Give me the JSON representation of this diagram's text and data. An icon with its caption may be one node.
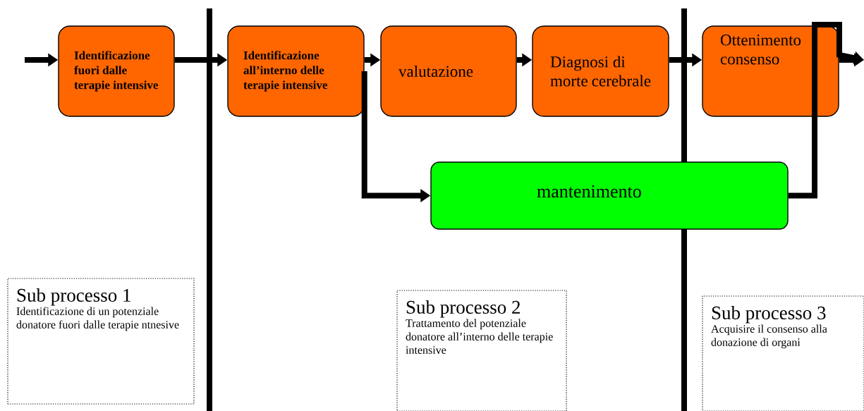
{
  "diagram": {
    "nodes": [
      {
        "text": [
          "Identificazione fuori dalle terapie intensive"
        ]
      },
      {
        "text": [
          "Identificazione all’interno delle terapie intensive"
        ]
      },
      {
        "text": [
          "valutazione"
        ]
      },
      {
        "text": [
          "Diagnosi di morte cerebrale"
        ]
      },
      {
        "text": [
          "Ottenimento consenso"
        ]
      },
      {
        "text": [
          "mantenimento"
        ]
      },
      {
        "text": [
          "Sub processo 1",
          "Identificazione di un potenziale donatore fuori dalle terapie ntnesive"
        ]
      },
      {
        "text": [
          "Sub processo 2",
          "Trattamento del potenziale donatore all’interno delle terapie intensive"
        ]
      },
      {
        "text": [
          "Sub processo 3",
          "Acquisire il consenso alla  donazione di organi"
        ]
      }
    ],
    "edges": [
      {
        "from": null,
        "to": 0,
        "arrow": "to"
      },
      {
        "from": 0,
        "to": 1,
        "arrow": "to"
      },
      {
        "from": 1,
        "to": 2,
        "arrow": "to"
      },
      {
        "from": 2,
        "to": 3,
        "arrow": "to"
      },
      {
        "from": 3,
        "to": 4,
        "arrow": "to"
      },
      {
        "from": 4,
        "to": null,
        "arrow": "to"
      },
      {
        "from": 1,
        "to": 5,
        "arrow": "to"
      },
      {
        "from": 5,
        "to": null,
        "arrow": "to"
      }
    ]
  }
}
